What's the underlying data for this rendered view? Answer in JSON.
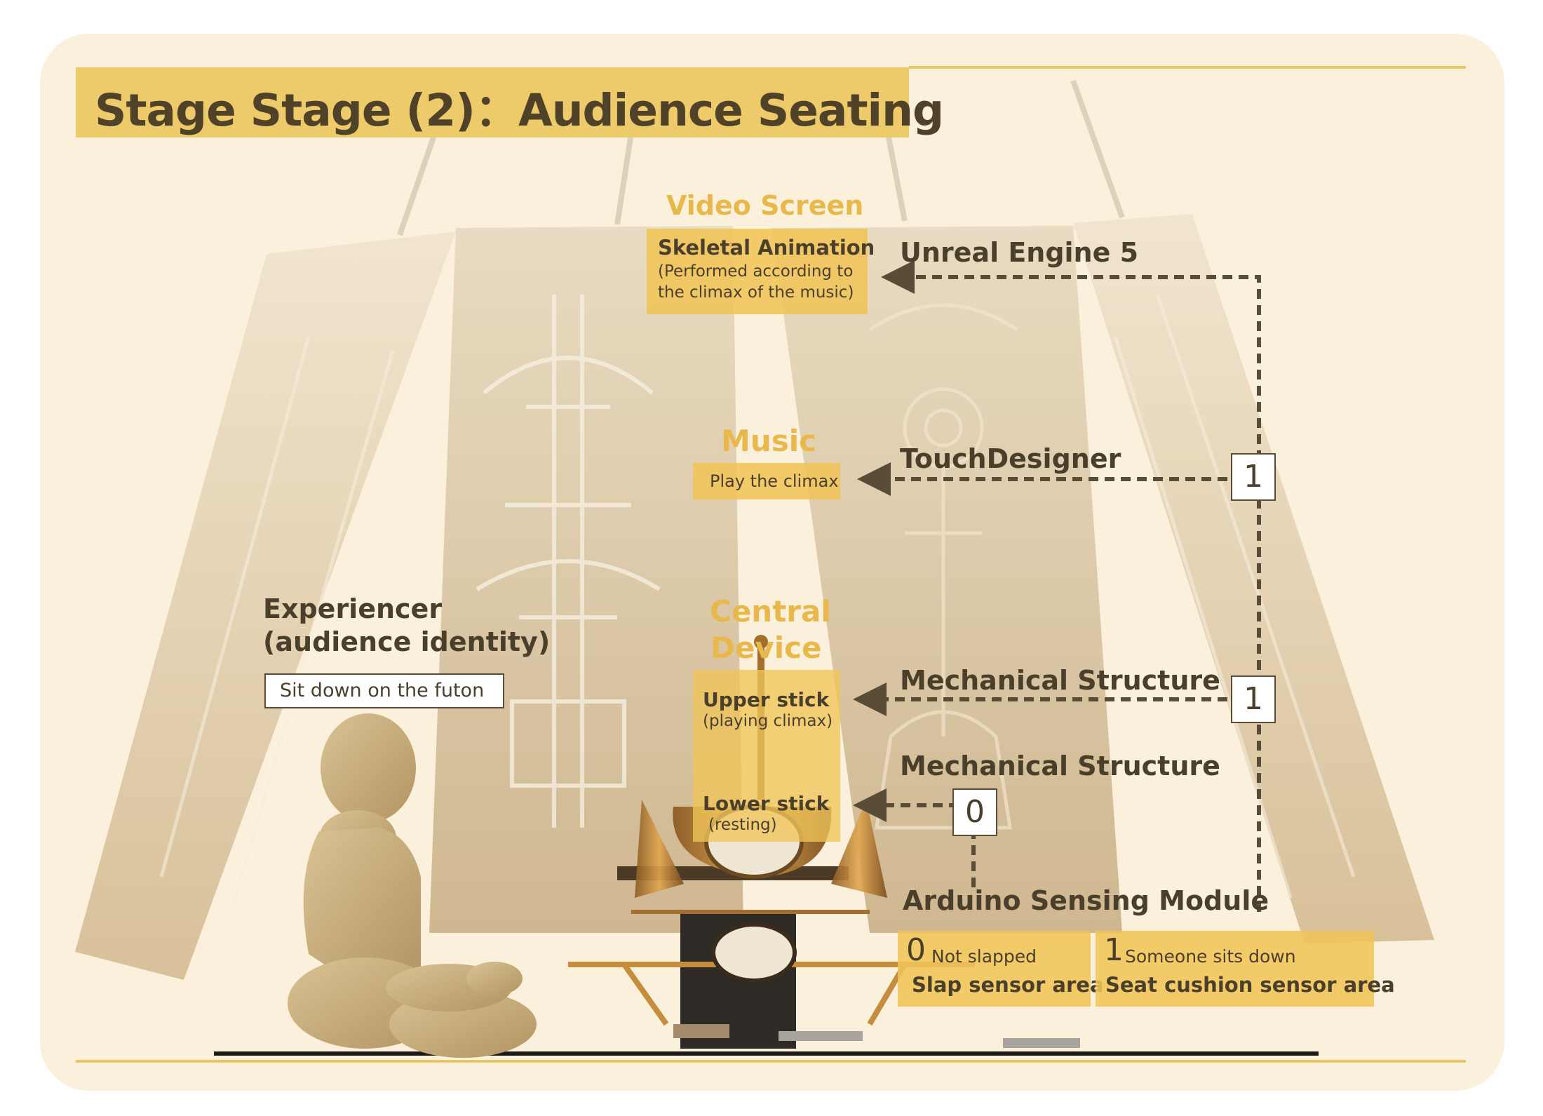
{
  "title": "Stage Stage (2)：Audience Seating",
  "video_screen": {
    "heading": "Video Screen",
    "box_title": "Skeletal Animation",
    "box_line1": "(Performed according to",
    "box_line2": "the climax of the music)"
  },
  "unreal": {
    "label": "Unreal Engine 5"
  },
  "music": {
    "heading": "Music",
    "box_text": "Play the climax"
  },
  "touchdesigner": {
    "label": "TouchDesigner",
    "signal": "1"
  },
  "experiencer": {
    "line1": "Experiencer",
    "line2": "(audience identity)",
    "action": "Sit down on the futon"
  },
  "central_device": {
    "heading_line1": "Central",
    "heading_line2": "Device",
    "upper_title": "Upper stick",
    "upper_sub": "(playing climax)",
    "lower_title": "Lower stick",
    "lower_sub": "(resting)"
  },
  "mech_upper": {
    "label": "Mechanical Structure",
    "signal": "1"
  },
  "mech_lower": {
    "label": "Mechanical Structure",
    "signal": "0"
  },
  "arduino": {
    "label": "Arduino Sensing Module"
  },
  "sensors": [
    {
      "value": "0",
      "state": "Not slapped",
      "area": "Slap sensor area"
    },
    {
      "value": "1",
      "state": "Someone sits down",
      "area": "Seat cushion sensor area"
    }
  ],
  "colors": {
    "background": "#fbf0dc",
    "accent_gold": "#edcb6a",
    "label_gold": "#e9b84a",
    "text_dark": "#4a3f2b",
    "arrow": "#5a4d38"
  }
}
